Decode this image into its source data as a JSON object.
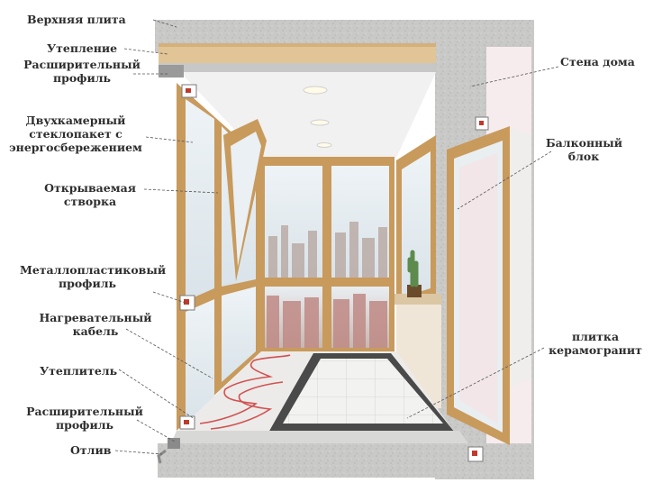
{
  "labels": {
    "top_slab": "Верхняя плита",
    "insulation_top": "Утепление",
    "expansion_profile_top": [
      "Расширительный",
      "профиль"
    ],
    "double_glazing": [
      "Двухкамерный",
      "стеклопакет с",
      "энергосбережением"
    ],
    "opening_sash": [
      "Открываемая",
      "створка"
    ],
    "metal_plastic_profile": [
      "Металлопластиковый",
      "профиль"
    ],
    "heating_cable": [
      "Нагревательный",
      "кабель"
    ],
    "insulator": "Утеплитель",
    "expansion_profile_bottom": [
      "Расширительный",
      "профиль"
    ],
    "drip": "Отлив",
    "house_wall": "Стена дома",
    "balcony_block": [
      "Балконный",
      "блок"
    ],
    "tile": [
      "плитка",
      "керамогранит"
    ]
  },
  "colors": {
    "concrete": "#c9c9c7",
    "wood_frame": "#c89a5c",
    "insulation": "#e2c596",
    "glass": "#dfe9ee",
    "ceiling": "#f1f1f1",
    "floor_tile": "#eeeeec",
    "floor_border": "#4a4a4a",
    "heating_cable": "#d25050",
    "text": "#2e2e2e"
  }
}
